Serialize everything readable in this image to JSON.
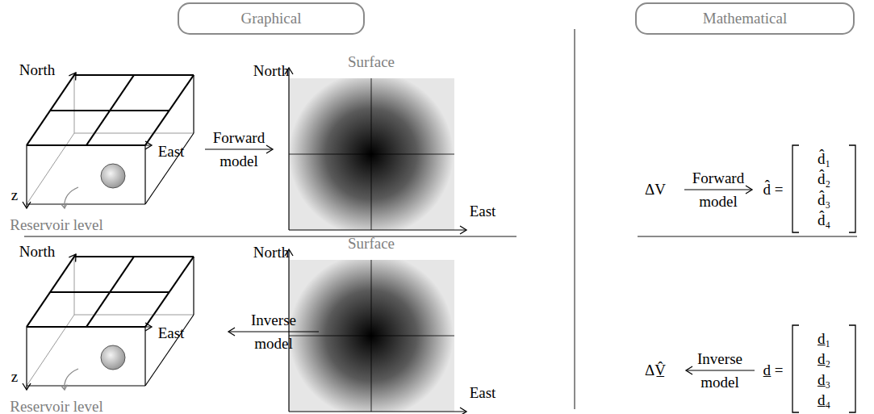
{
  "diagram": {
    "nodes": [
      {
        "text": [
          "Graphical"
        ]
      },
      {
        "text": [
          "Mathematical"
        ]
      }
    ],
    "labels": [
      "North",
      "East",
      "z",
      "Reservoir level",
      "Surface",
      "North",
      "East",
      "Forward",
      "model",
      "North",
      "East",
      "z",
      "Reservoir level",
      "Surface",
      "North",
      "East",
      "Inverse",
      "model",
      "ΔV",
      "Forward",
      "model",
      "d̂ =",
      "d̂₁",
      "d̂₂",
      "d̂₃",
      "d̂₄",
      "ΔV̲̂",
      "Inverse",
      "model",
      "d̲ =",
      "d̲₁",
      "d̲₂",
      "d̲₃",
      "d̲₄"
    ]
  }
}
